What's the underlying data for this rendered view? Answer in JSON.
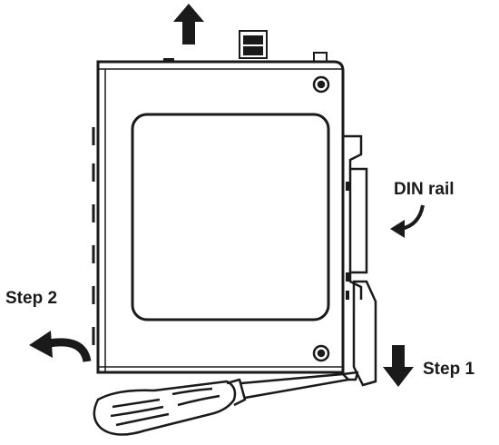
{
  "labels": {
    "din_rail": "DIN rail",
    "step1": "Step 1",
    "step2": "Step 2"
  },
  "colors": {
    "ink": "#1a1a1a",
    "paper": "#ffffff"
  },
  "icons": [
    "arrow-up-icon",
    "arrow-down-icon",
    "curved-arrow-icon",
    "screwdriver-icon"
  ]
}
